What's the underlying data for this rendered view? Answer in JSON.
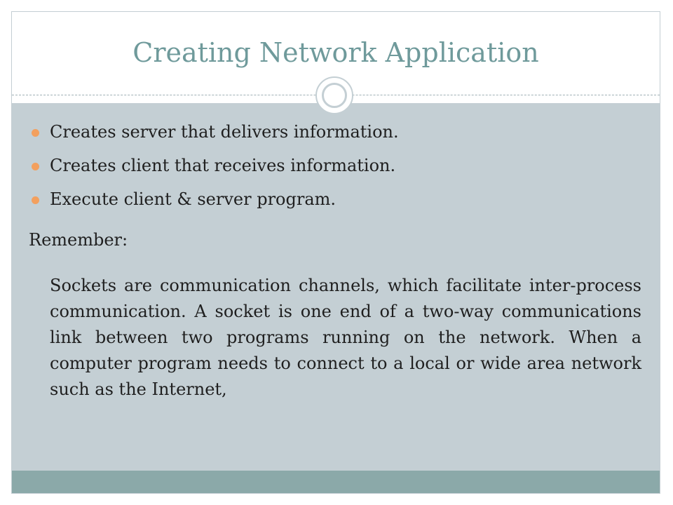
{
  "slide": {
    "title": "Creating Network Application",
    "bullets": [
      "Creates server that delivers information.",
      "Creates client that receives information.",
      "Execute client & server program."
    ],
    "remember_label": "Remember:",
    "paragraph": "Sockets are communication channels, which facilitate inter-process communication. A socket is one end of a two-way communications link between two programs running on the network. When a computer program needs to connect to a local or wide area network such as the Internet,"
  },
  "colors": {
    "title": "#6f9a9b",
    "content_background": "#c4cfd4",
    "footer_bar": "#8ba9a9",
    "bullet": "#f3a05e"
  }
}
